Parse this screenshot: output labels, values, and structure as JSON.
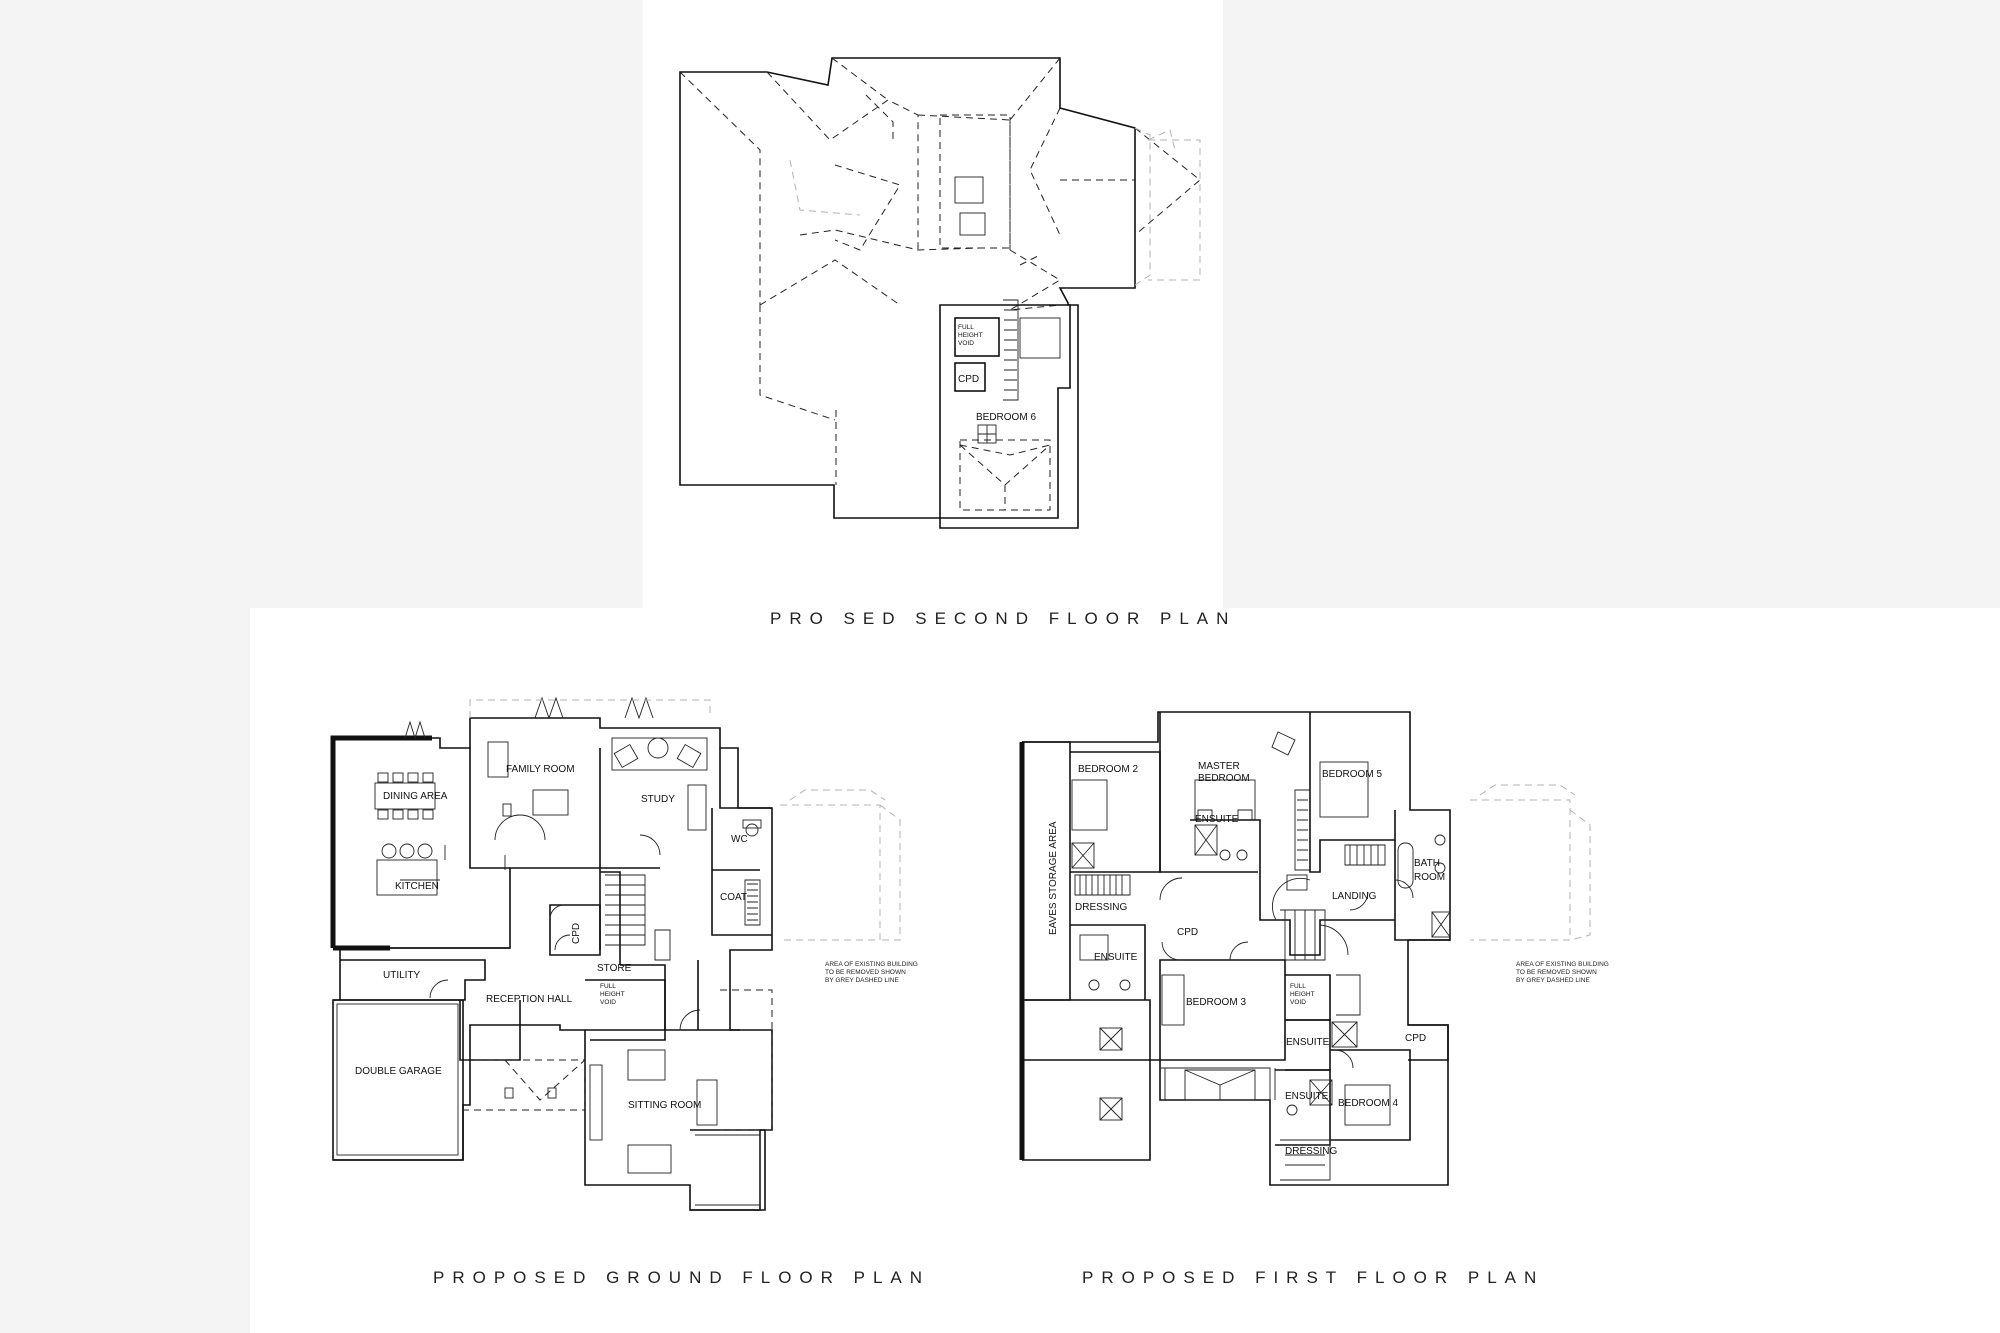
{
  "titles": {
    "second_floor": "PRO SED SECOND FLOOR PLAN",
    "ground_floor": "PROPOSED GROUND FLOOR PLAN",
    "first_floor": "PROPOSED FIRST FLOOR PLAN"
  },
  "second_floor": {
    "full_height_void": [
      "FULL",
      "HEIGHT",
      "VOID"
    ],
    "cpd": "CPD",
    "bedroom_6": "BEDROOM 6"
  },
  "ground_floor": {
    "family_room": "FAMILY ROOM",
    "dining_area": "DINING AREA",
    "kitchen": "KITCHEN",
    "study": "STUDY",
    "wc": "WC",
    "coat": "COAT",
    "cpd": "CPD",
    "store": "STORE",
    "utility": "UTILITY",
    "reception_hall": "RECEPTION HALL",
    "full_height_void": [
      "FULL",
      "HEIGHT",
      "VOID"
    ],
    "double_garage": "DOUBLE GARAGE",
    "sitting_room": "SITTING ROOM",
    "note": [
      "AREA OF EXISTING BUILDING",
      "TO BE REMOVED SHOWN",
      "BY GREY DASHED LINE"
    ]
  },
  "first_floor": {
    "master_bedroom": [
      "MASTER",
      "BEDROOM"
    ],
    "bedroom_2": "BEDROOM 2",
    "bedroom_5": "BEDROOM 5",
    "ensuite_master": "ENSUITE",
    "bathroom": [
      "BATH",
      "ROOM"
    ],
    "dressing_1": "DRESSING",
    "landing": "LANDING",
    "cpd_1": "CPD",
    "ensuite_2": "ENSUITE",
    "eaves_storage": "EAVES STORAGE AREA",
    "bedroom_3": "BEDROOM 3",
    "full_height_void": [
      "FULL",
      "HEIGHT",
      "VOID"
    ],
    "ensuite_3": "ENSUITE",
    "cpd_2": "CPD",
    "ensuite_4": "ENSUITE",
    "bedroom_4": "BEDROOM 4",
    "dressing_2": "DRESSING",
    "note": [
      "AREA OF EXISTING BUILDING",
      "TO BE REMOVED SHOWN",
      "BY GREY DASHED LINE"
    ]
  }
}
